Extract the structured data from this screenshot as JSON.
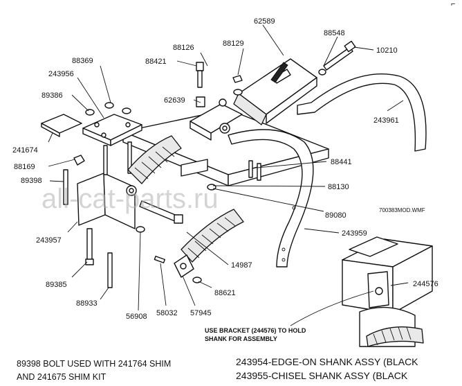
{
  "part_labels": {
    "p62589": "62589",
    "p88548": "88548",
    "p10210": "10210",
    "p88126": "88126",
    "p88129": "88129",
    "p88421": "88421",
    "p88369": "88369",
    "p243956": "243956",
    "p89386": "89386",
    "p62639": "62639",
    "p243961": "243961",
    "p241674": "241674",
    "p88169": "88169",
    "p89398": "89398",
    "p88441": "88441",
    "p88130": "88130",
    "p89080": "89080",
    "p243957": "243957",
    "p243959": "243959",
    "p14987": "14987",
    "p89385": "89385",
    "p88621": "88621",
    "p244576": "244576",
    "p88933": "88933",
    "p56908": "56908",
    "p58032": "58032",
    "p57945": "57945"
  },
  "file_label": "700383MOD.WMF",
  "watermark": "all-cat-parts.ru",
  "corner_mark": "⌐",
  "bracket_note": {
    "line1": "USE BRACKET (244576) TO HOLD",
    "line2": "SHANK FOR ASSEMBLY"
  },
  "footnote": {
    "line1": "89398 BOLT USED WITH 241764 SHIM",
    "line2": "AND 241675 SHIM KIT"
  },
  "assemblies": {
    "line1": "243954-EDGE-ON SHANK ASSY (BLACK",
    "line2": "243955-CHISEL SHANK ASSY (BLACK"
  }
}
